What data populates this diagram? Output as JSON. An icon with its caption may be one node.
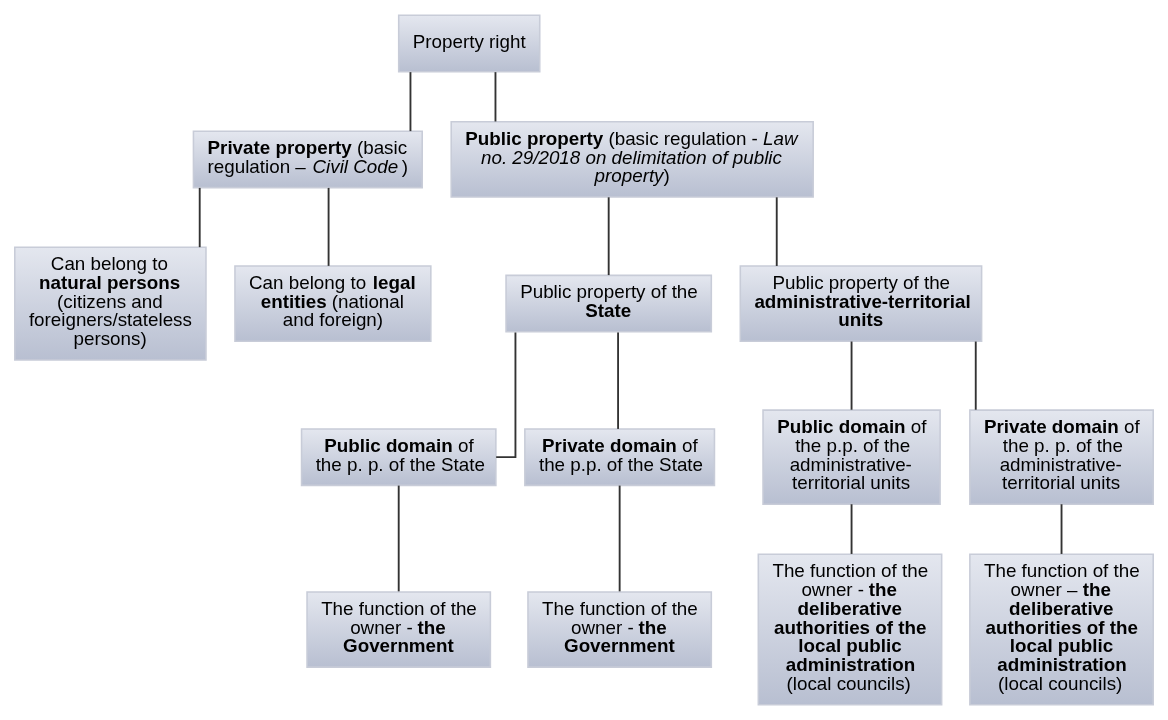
{
  "diagram": {
    "nodes": [
      {
        "text": [
          "Property right"
        ]
      },
      {
        "text": [
          "**Private property** (basic regulation – *Civil Code*)"
        ]
      },
      {
        "text": [
          "**Public property** (basic regulation - *Law no. 29/2018 on delimitation of public property*)"
        ]
      },
      {
        "text": [
          "Can belong to **natural persons** (citizens and foreigners/stateless persons)"
        ]
      },
      {
        "text": [
          "Can belong to **legal entities** (national and foreign)"
        ]
      },
      {
        "text": [
          "Public property of the **State**"
        ]
      },
      {
        "text": [
          "Public property of the **administrative-territorial units**"
        ]
      },
      {
        "text": [
          "**Public domain** of the p. p. of the State"
        ]
      },
      {
        "text": [
          "**Private domain** of the p.p. of the State"
        ]
      },
      {
        "text": [
          "**Public domain** of the p.p. of the administrative-territorial units"
        ]
      },
      {
        "text": [
          "**Private domain** of the p. p. of the administrative-territorial units"
        ]
      },
      {
        "text": [
          "The function of the owner - **the Government**"
        ]
      },
      {
        "text": [
          "The function of the owner - **the Government**"
        ]
      },
      {
        "text": [
          "The function of the owner - **the deliberative authorities of the local public administration** (local councils)"
        ]
      },
      {
        "text": [
          "The function of the owner – **the deliberative authorities of the local public administration** (local councils)"
        ]
      }
    ],
    "edges": [
      {
        "from": 0,
        "to": 1,
        "arrow": "none"
      },
      {
        "from": 0,
        "to": 2,
        "arrow": "none"
      },
      {
        "from": 1,
        "to": 3,
        "arrow": "none"
      },
      {
        "from": 1,
        "to": 4,
        "arrow": "none"
      },
      {
        "from": 2,
        "to": 5,
        "arrow": "none"
      },
      {
        "from": 2,
        "to": 6,
        "arrow": "none"
      },
      {
        "from": 5,
        "to": 7,
        "arrow": "none"
      },
      {
        "from": 5,
        "to": 8,
        "arrow": "none"
      },
      {
        "from": 6,
        "to": 9,
        "arrow": "none"
      },
      {
        "from": 6,
        "to": 10,
        "arrow": "none"
      },
      {
        "from": 7,
        "to": 11,
        "arrow": "none"
      },
      {
        "from": 8,
        "to": 12,
        "arrow": "none"
      },
      {
        "from": 9,
        "to": 13,
        "arrow": "none"
      },
      {
        "from": 10,
        "to": 14,
        "arrow": "none"
      }
    ]
  }
}
